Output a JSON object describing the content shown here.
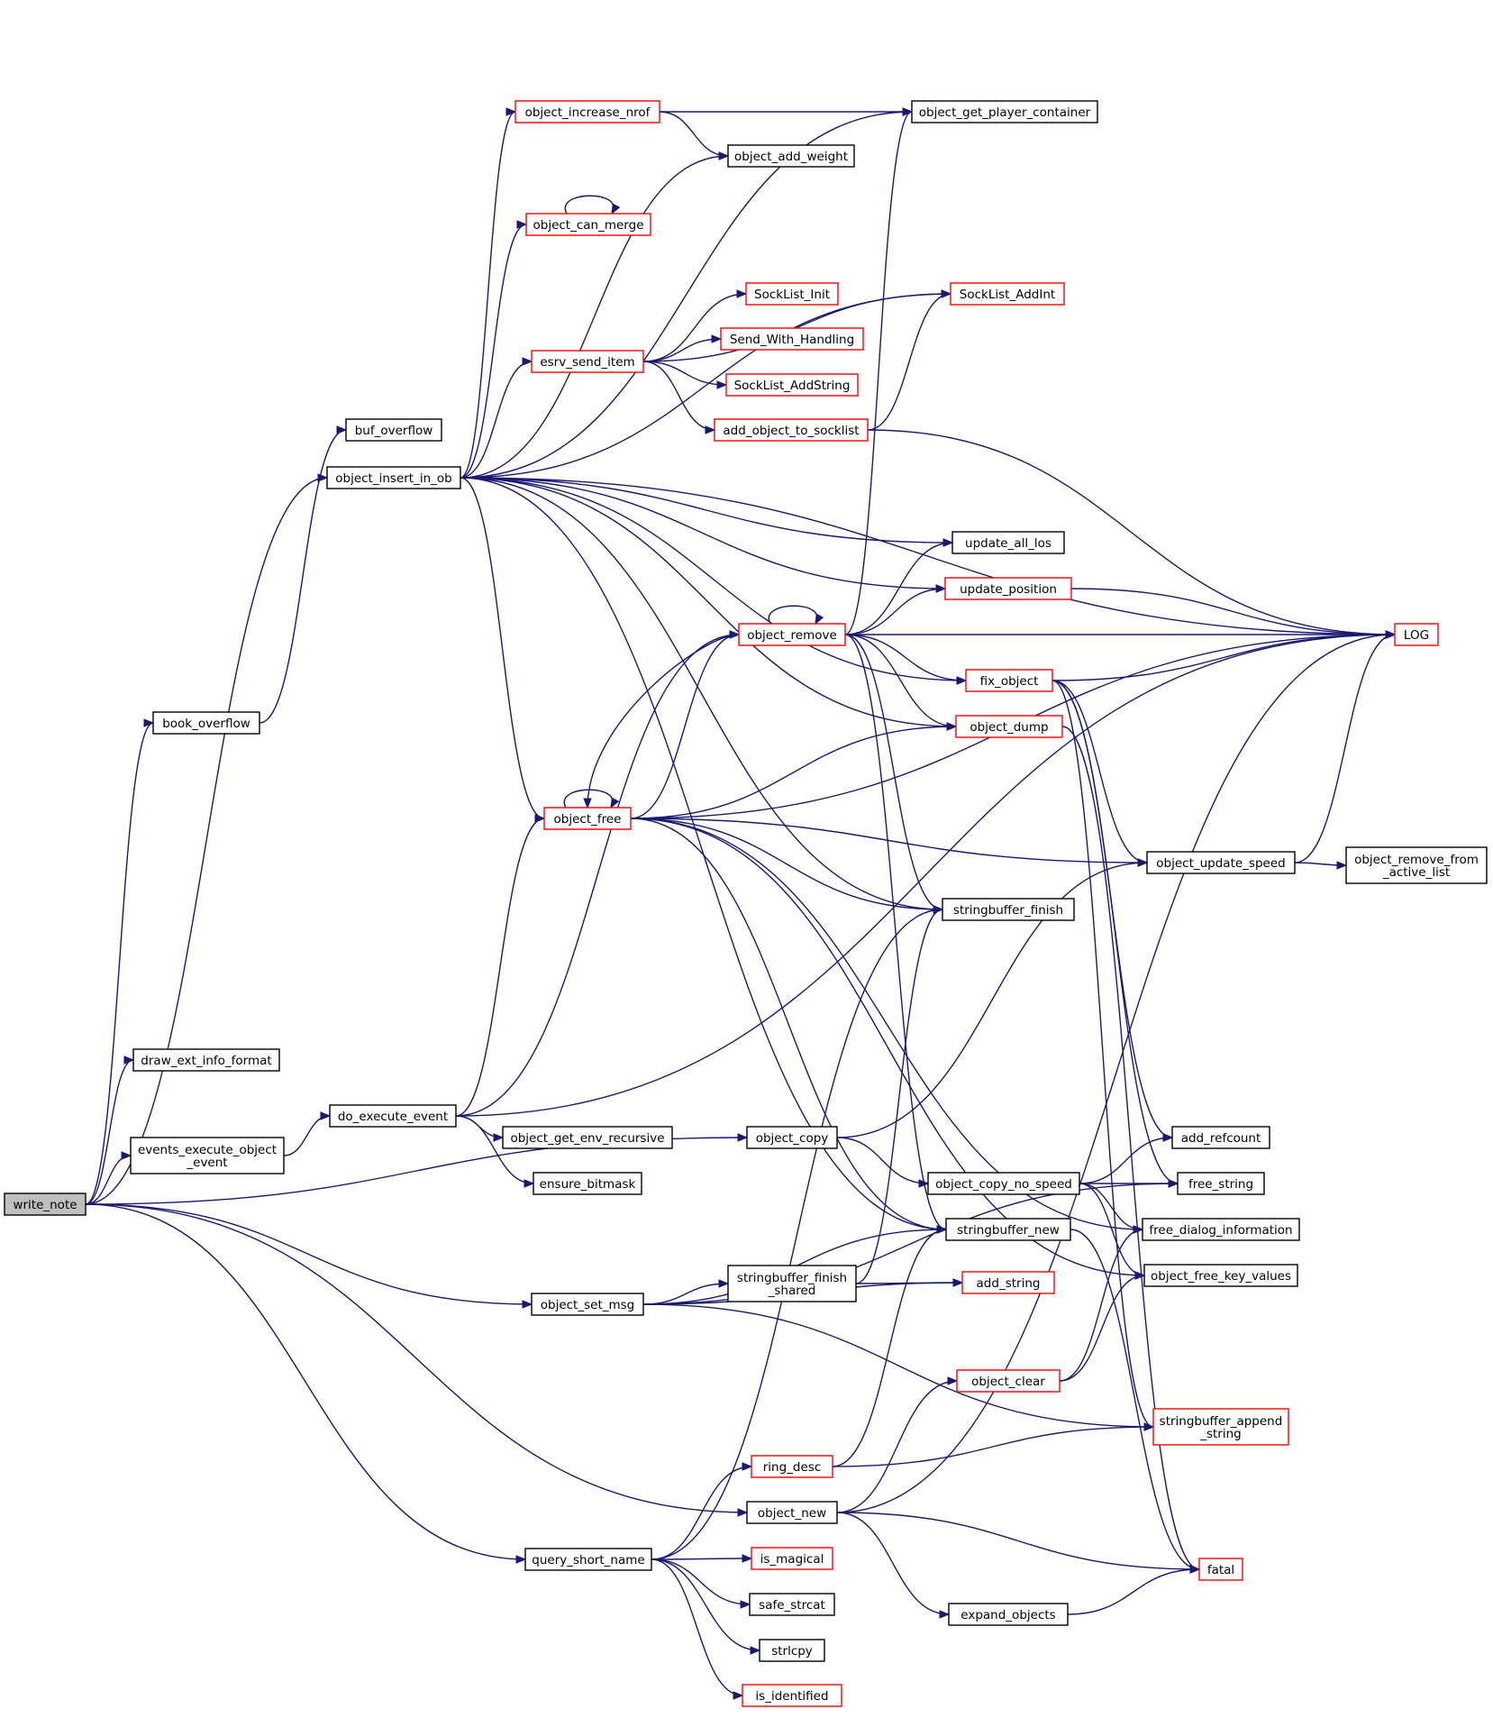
{
  "diagram": {
    "type": "call-graph",
    "colors": {
      "edge": "#191970",
      "normal_border": "#000000",
      "highlight_border": "#ff0000",
      "root_fill": "#bfbfbf",
      "node_fill": "#ffffff"
    },
    "nodes": [
      {
        "id": "write_note",
        "lines": [
          "write_note"
        ],
        "style": "root"
      },
      {
        "id": "book_overflow",
        "lines": [
          "book_overflow"
        ],
        "style": "normal"
      },
      {
        "id": "buf_overflow",
        "lines": [
          "buf_overflow"
        ],
        "style": "normal"
      },
      {
        "id": "draw_ext_info_format",
        "lines": [
          "draw_ext_info_format"
        ],
        "style": "normal"
      },
      {
        "id": "events_execute_object_event",
        "lines": [
          "events_execute_object",
          "_event"
        ],
        "style": "normal"
      },
      {
        "id": "do_execute_event",
        "lines": [
          "do_execute_event"
        ],
        "style": "normal"
      },
      {
        "id": "object_insert_in_ob",
        "lines": [
          "object_insert_in_ob"
        ],
        "style": "normal"
      },
      {
        "id": "object_increase_nrof",
        "lines": [
          "object_increase_nrof"
        ],
        "style": "highlight"
      },
      {
        "id": "object_can_merge",
        "lines": [
          "object_can_merge"
        ],
        "style": "highlight"
      },
      {
        "id": "esrv_send_item",
        "lines": [
          "esrv_send_item"
        ],
        "style": "highlight"
      },
      {
        "id": "object_free",
        "lines": [
          "object_free"
        ],
        "style": "highlight"
      },
      {
        "id": "object_get_env_recursive",
        "lines": [
          "object_get_env_recursive"
        ],
        "style": "normal"
      },
      {
        "id": "ensure_bitmask",
        "lines": [
          "ensure_bitmask"
        ],
        "style": "normal"
      },
      {
        "id": "object_set_msg",
        "lines": [
          "object_set_msg"
        ],
        "style": "normal"
      },
      {
        "id": "query_short_name",
        "lines": [
          "query_short_name"
        ],
        "style": "normal"
      },
      {
        "id": "object_get_player_container",
        "lines": [
          "object_get_player_container"
        ],
        "style": "normal"
      },
      {
        "id": "object_add_weight",
        "lines": [
          "object_add_weight"
        ],
        "style": "normal"
      },
      {
        "id": "SockList_Init",
        "lines": [
          "SockList_Init"
        ],
        "style": "highlight"
      },
      {
        "id": "Send_With_Handling",
        "lines": [
          "Send_With_Handling"
        ],
        "style": "highlight"
      },
      {
        "id": "SockList_AddString",
        "lines": [
          "SockList_AddString"
        ],
        "style": "highlight"
      },
      {
        "id": "add_object_to_socklist",
        "lines": [
          "add_object_to_socklist"
        ],
        "style": "highlight"
      },
      {
        "id": "object_remove",
        "lines": [
          "object_remove"
        ],
        "style": "highlight"
      },
      {
        "id": "object_copy",
        "lines": [
          "object_copy"
        ],
        "style": "normal"
      },
      {
        "id": "stringbuffer_finish_shared",
        "lines": [
          "stringbuffer_finish",
          "_shared"
        ],
        "style": "normal"
      },
      {
        "id": "ring_desc",
        "lines": [
          "ring_desc"
        ],
        "style": "highlight"
      },
      {
        "id": "object_new",
        "lines": [
          "object_new"
        ],
        "style": "normal"
      },
      {
        "id": "is_magical",
        "lines": [
          "is_magical"
        ],
        "style": "highlight"
      },
      {
        "id": "safe_strcat",
        "lines": [
          "safe_strcat"
        ],
        "style": "normal"
      },
      {
        "id": "strlcpy",
        "lines": [
          "strlcpy"
        ],
        "style": "normal"
      },
      {
        "id": "is_identified",
        "lines": [
          "is_identified"
        ],
        "style": "highlight"
      },
      {
        "id": "SockList_AddInt",
        "lines": [
          "SockList_AddInt"
        ],
        "style": "highlight"
      },
      {
        "id": "update_all_los",
        "lines": [
          "update_all_los"
        ],
        "style": "normal"
      },
      {
        "id": "update_position",
        "lines": [
          "update_position"
        ],
        "style": "highlight"
      },
      {
        "id": "fix_object",
        "lines": [
          "fix_object"
        ],
        "style": "highlight"
      },
      {
        "id": "object_dump",
        "lines": [
          "object_dump"
        ],
        "style": "highlight"
      },
      {
        "id": "stringbuffer_finish",
        "lines": [
          "stringbuffer_finish"
        ],
        "style": "normal"
      },
      {
        "id": "object_copy_no_speed",
        "lines": [
          "object_copy_no_speed"
        ],
        "style": "normal"
      },
      {
        "id": "stringbuffer_new",
        "lines": [
          "stringbuffer_new"
        ],
        "style": "normal"
      },
      {
        "id": "add_string",
        "lines": [
          "add_string"
        ],
        "style": "highlight"
      },
      {
        "id": "object_clear",
        "lines": [
          "object_clear"
        ],
        "style": "highlight"
      },
      {
        "id": "expand_objects",
        "lines": [
          "expand_objects"
        ],
        "style": "normal"
      },
      {
        "id": "LOG",
        "lines": [
          "LOG"
        ],
        "style": "highlight"
      },
      {
        "id": "object_update_speed",
        "lines": [
          "object_update_speed"
        ],
        "style": "normal"
      },
      {
        "id": "add_refcount",
        "lines": [
          "add_refcount"
        ],
        "style": "normal"
      },
      {
        "id": "free_string",
        "lines": [
          "free_string"
        ],
        "style": "normal"
      },
      {
        "id": "free_dialog_information",
        "lines": [
          "free_dialog_information"
        ],
        "style": "normal"
      },
      {
        "id": "object_free_key_values",
        "lines": [
          "object_free_key_values"
        ],
        "style": "normal"
      },
      {
        "id": "stringbuffer_append_string",
        "lines": [
          "stringbuffer_append",
          "_string"
        ],
        "style": "highlight"
      },
      {
        "id": "fatal",
        "lines": [
          "fatal"
        ],
        "style": "highlight"
      },
      {
        "id": "object_remove_from_active_list",
        "lines": [
          "object_remove_from",
          "_active_list"
        ],
        "style": "normal"
      }
    ],
    "edges": [
      [
        "write_note",
        "book_overflow"
      ],
      [
        "write_note",
        "draw_ext_info_format"
      ],
      [
        "write_note",
        "events_execute_object_event"
      ],
      [
        "write_note",
        "object_insert_in_ob"
      ],
      [
        "write_note",
        "object_copy"
      ],
      [
        "write_note",
        "object_set_msg"
      ],
      [
        "write_note",
        "object_new"
      ],
      [
        "write_note",
        "query_short_name"
      ],
      [
        "book_overflow",
        "buf_overflow"
      ],
      [
        "events_execute_object_event",
        "do_execute_event"
      ],
      [
        "do_execute_event",
        "object_get_env_recursive"
      ],
      [
        "do_execute_event",
        "ensure_bitmask"
      ],
      [
        "do_execute_event",
        "object_remove"
      ],
      [
        "do_execute_event",
        "object_free"
      ],
      [
        "do_execute_event",
        "LOG"
      ],
      [
        "object_insert_in_ob",
        "LOG"
      ],
      [
        "object_insert_in_ob",
        "object_get_player_container"
      ],
      [
        "object_insert_in_ob",
        "object_increase_nrof"
      ],
      [
        "object_insert_in_ob",
        "object_add_weight"
      ],
      [
        "object_insert_in_ob",
        "object_can_merge"
      ],
      [
        "object_insert_in_ob",
        "SockList_AddInt"
      ],
      [
        "object_insert_in_ob",
        "esrv_send_item"
      ],
      [
        "object_insert_in_ob",
        "update_all_los"
      ],
      [
        "object_insert_in_ob",
        "update_position"
      ],
      [
        "object_insert_in_ob",
        "fix_object"
      ],
      [
        "object_insert_in_ob",
        "object_dump"
      ],
      [
        "object_insert_in_ob",
        "object_free"
      ],
      [
        "object_insert_in_ob",
        "stringbuffer_finish"
      ],
      [
        "object_insert_in_ob",
        "stringbuffer_new"
      ],
      [
        "object_increase_nrof",
        "object_get_player_container"
      ],
      [
        "object_increase_nrof",
        "object_add_weight"
      ],
      [
        "object_can_merge",
        "object_can_merge"
      ],
      [
        "esrv_send_item",
        "SockList_AddInt"
      ],
      [
        "esrv_send_item",
        "SockList_Init"
      ],
      [
        "esrv_send_item",
        "Send_With_Handling"
      ],
      [
        "esrv_send_item",
        "SockList_AddString"
      ],
      [
        "esrv_send_item",
        "add_object_to_socklist"
      ],
      [
        "add_object_to_socklist",
        "SockList_AddInt"
      ],
      [
        "add_object_to_socklist",
        "LOG"
      ],
      [
        "object_remove",
        "object_remove"
      ],
      [
        "object_remove",
        "object_get_player_container"
      ],
      [
        "object_remove",
        "update_all_los"
      ],
      [
        "object_remove",
        "update_position"
      ],
      [
        "object_remove",
        "LOG"
      ],
      [
        "object_remove",
        "fix_object"
      ],
      [
        "object_remove",
        "object_dump"
      ],
      [
        "object_remove",
        "object_free"
      ],
      [
        "object_remove",
        "stringbuffer_finish"
      ],
      [
        "object_remove",
        "stringbuffer_new"
      ],
      [
        "object_free",
        "object_free"
      ],
      [
        "object_free",
        "LOG"
      ],
      [
        "object_free",
        "object_remove"
      ],
      [
        "object_free",
        "object_dump"
      ],
      [
        "object_free",
        "stringbuffer_finish"
      ],
      [
        "object_free",
        "object_update_speed"
      ],
      [
        "object_free",
        "free_dialog_information"
      ],
      [
        "object_free",
        "object_free_key_values"
      ],
      [
        "object_free",
        "stringbuffer_new"
      ],
      [
        "update_position",
        "LOG"
      ],
      [
        "fix_object",
        "LOG"
      ],
      [
        "fix_object",
        "object_update_speed"
      ],
      [
        "fix_object",
        "add_refcount"
      ],
      [
        "fix_object",
        "free_string"
      ],
      [
        "fix_object",
        "stringbuffer_append_string"
      ],
      [
        "object_dump",
        "fatal"
      ],
      [
        "object_update_speed",
        "LOG"
      ],
      [
        "object_update_speed",
        "object_remove_from_active_list"
      ],
      [
        "object_copy",
        "object_update_speed"
      ],
      [
        "object_copy",
        "object_copy_no_speed"
      ],
      [
        "object_copy_no_speed",
        "add_refcount"
      ],
      [
        "object_copy_no_speed",
        "free_string"
      ],
      [
        "object_copy_no_speed",
        "free_dialog_information"
      ],
      [
        "object_copy_no_speed",
        "object_free_key_values"
      ],
      [
        "object_set_msg",
        "stringbuffer_new"
      ],
      [
        "object_set_msg",
        "stringbuffer_finish_shared"
      ],
      [
        "object_set_msg",
        "add_string"
      ],
      [
        "object_set_msg",
        "free_string"
      ],
      [
        "object_set_msg",
        "stringbuffer_append_string"
      ],
      [
        "stringbuffer_finish_shared",
        "stringbuffer_finish"
      ],
      [
        "stringbuffer_finish_shared",
        "add_string"
      ],
      [
        "stringbuffer_new",
        "fatal"
      ],
      [
        "object_clear",
        "free_dialog_information"
      ],
      [
        "object_clear",
        "object_free_key_values"
      ],
      [
        "ring_desc",
        "stringbuffer_new"
      ],
      [
        "ring_desc",
        "stringbuffer_append_string"
      ],
      [
        "object_new",
        "object_clear"
      ],
      [
        "object_new",
        "fatal"
      ],
      [
        "object_new",
        "expand_objects"
      ],
      [
        "object_new",
        "LOG"
      ],
      [
        "expand_objects",
        "fatal"
      ],
      [
        "query_short_name",
        "stringbuffer_finish"
      ],
      [
        "query_short_name",
        "ring_desc"
      ],
      [
        "query_short_name",
        "is_magical"
      ],
      [
        "query_short_name",
        "safe_strcat"
      ],
      [
        "query_short_name",
        "strlcpy"
      ],
      [
        "query_short_name",
        "is_identified"
      ]
    ]
  }
}
